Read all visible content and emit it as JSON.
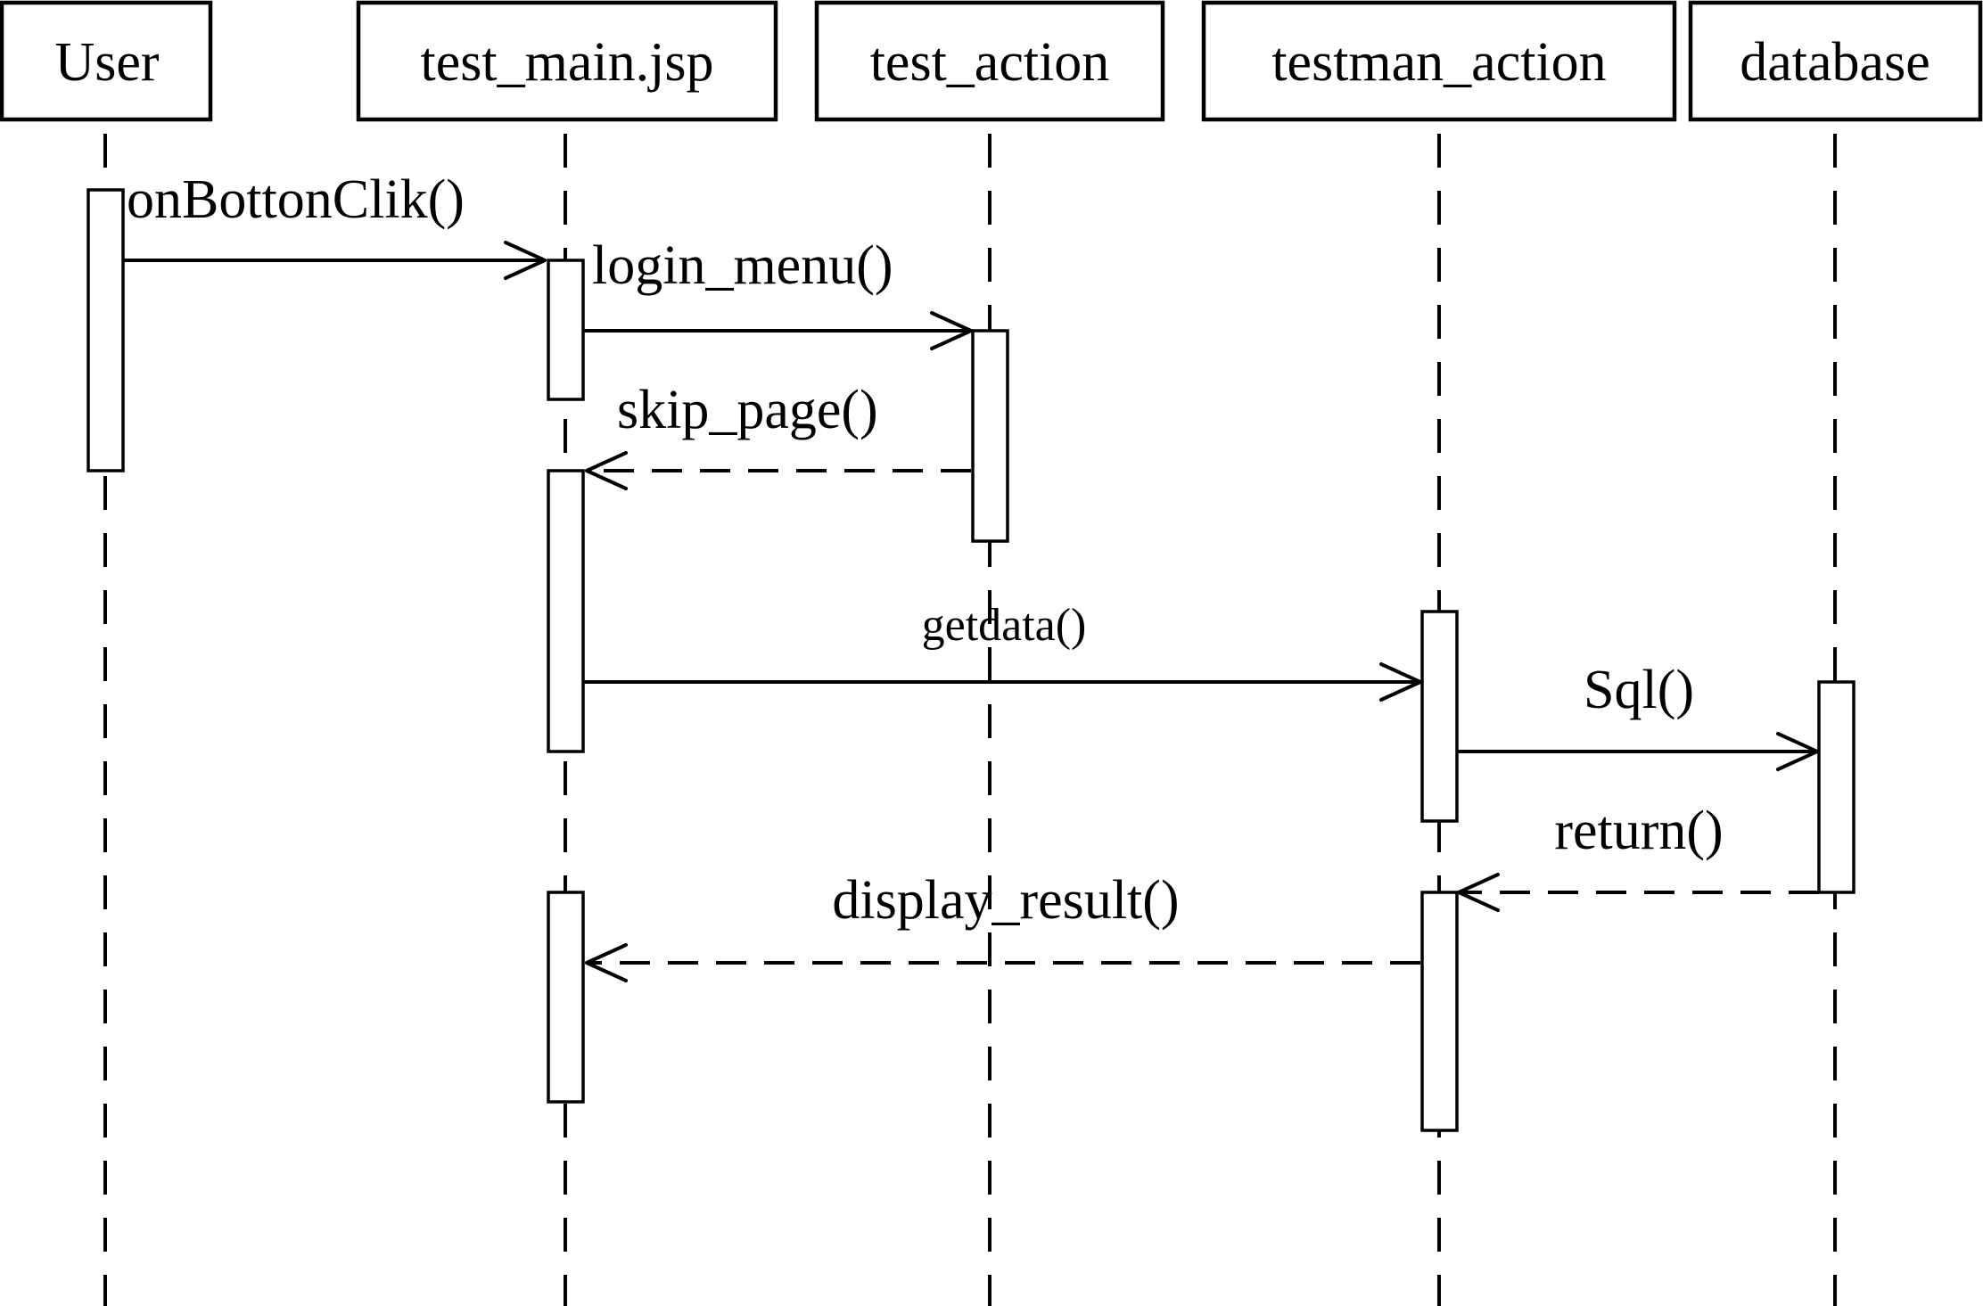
{
  "participants": [
    {
      "id": "user",
      "label": "User"
    },
    {
      "id": "test_main",
      "label": "test_main.jsp"
    },
    {
      "id": "test_action",
      "label": "test_action"
    },
    {
      "id": "testman_action",
      "label": "testman_action"
    },
    {
      "id": "database",
      "label": "database"
    }
  ],
  "messages": [
    {
      "id": "onBottonClik",
      "label": "onBottonClik()",
      "from": "user",
      "to": "test_main",
      "kind": "call"
    },
    {
      "id": "login_menu",
      "label": "login_menu()",
      "from": "test_main",
      "to": "test_action",
      "kind": "call"
    },
    {
      "id": "skip_page",
      "label": "skip_page()",
      "from": "test_action",
      "to": "test_main",
      "kind": "reply"
    },
    {
      "id": "getdata",
      "label": "getdata()",
      "from": "test_main",
      "to": "testman_action",
      "kind": "call"
    },
    {
      "id": "sql",
      "label": "Sql()",
      "from": "testman_action",
      "to": "database",
      "kind": "call"
    },
    {
      "id": "return",
      "label": "return()",
      "from": "database",
      "to": "testman_action",
      "kind": "reply"
    },
    {
      "id": "display_result",
      "label": "display_result()",
      "from": "testman_action",
      "to": "test_main",
      "kind": "reply"
    }
  ]
}
